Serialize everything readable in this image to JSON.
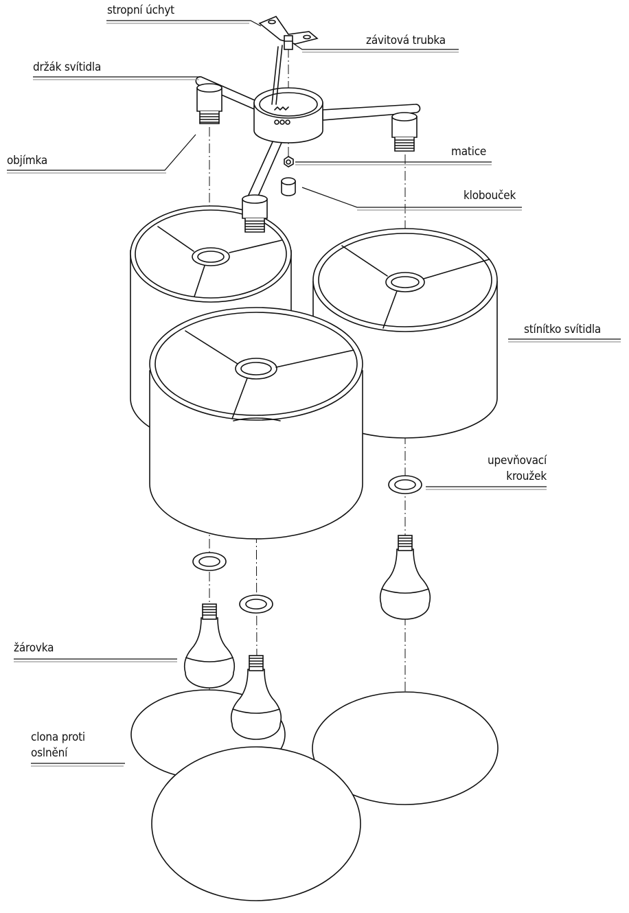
{
  "labels": {
    "ceiling_mount": "stropní úchyt",
    "threaded_tube": "závitová trubka",
    "lamp_holder": "držák svítidla",
    "socket": "objímka",
    "nut": "matice",
    "cap": "klobouček",
    "lamp_shade": "stínítko svítidla",
    "fixing_ring_line1": "upevňovací",
    "fixing_ring_line2": "kroužek",
    "bulb": "žárovka",
    "glare_shield_line1": "clona proti",
    "glare_shield_line2": "oslnění"
  },
  "colors": {
    "line": "#111111",
    "background": "#ffffff"
  }
}
